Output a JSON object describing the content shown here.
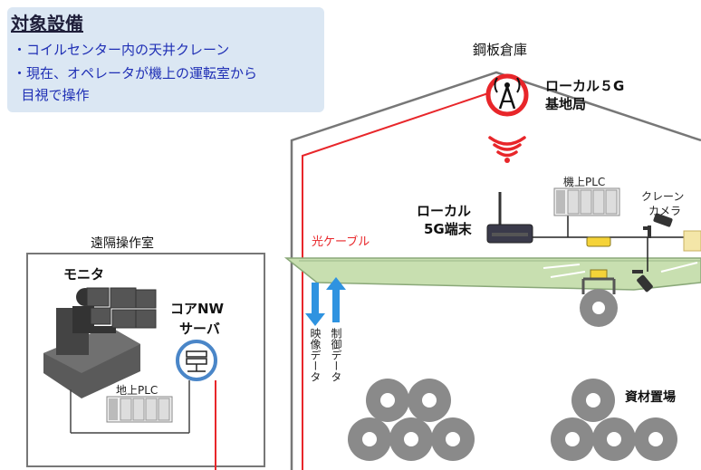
{
  "target": {
    "title": "対象設備",
    "bullets": [
      "・コイルセンター内の天井クレーン",
      "・現在、オペレータが機上の運転室から",
      "  目視で操作"
    ]
  },
  "labels": {
    "warehouse": "鋼板倉庫",
    "local5g_base_line1": "ローカル５G",
    "local5g_base_line2": "基地局",
    "onboard_plc": "機上PLC",
    "crane_camera_line1": "クレーン",
    "crane_camera_line2": "カメラ",
    "local5g_terminal_line1": "ローカル",
    "local5g_terminal_line2": "5G端末",
    "remote_room": "遠隔操作室",
    "monitor": "モニタ",
    "core_nw_line1": "コアNW",
    "core_nw_line2": "サーバ",
    "ground_plc": "地上PLC",
    "fiber_cable": "光ケーブル",
    "video_data": "映像データ",
    "control_data": "制御データ",
    "material_yard": "資材置場"
  },
  "colors": {
    "red": "#e8262a",
    "blue": "#2f93e0",
    "crane_green": "#c8dfb0",
    "coil_gray": "#8a8a8a",
    "server_blue": "#4a86c8"
  }
}
